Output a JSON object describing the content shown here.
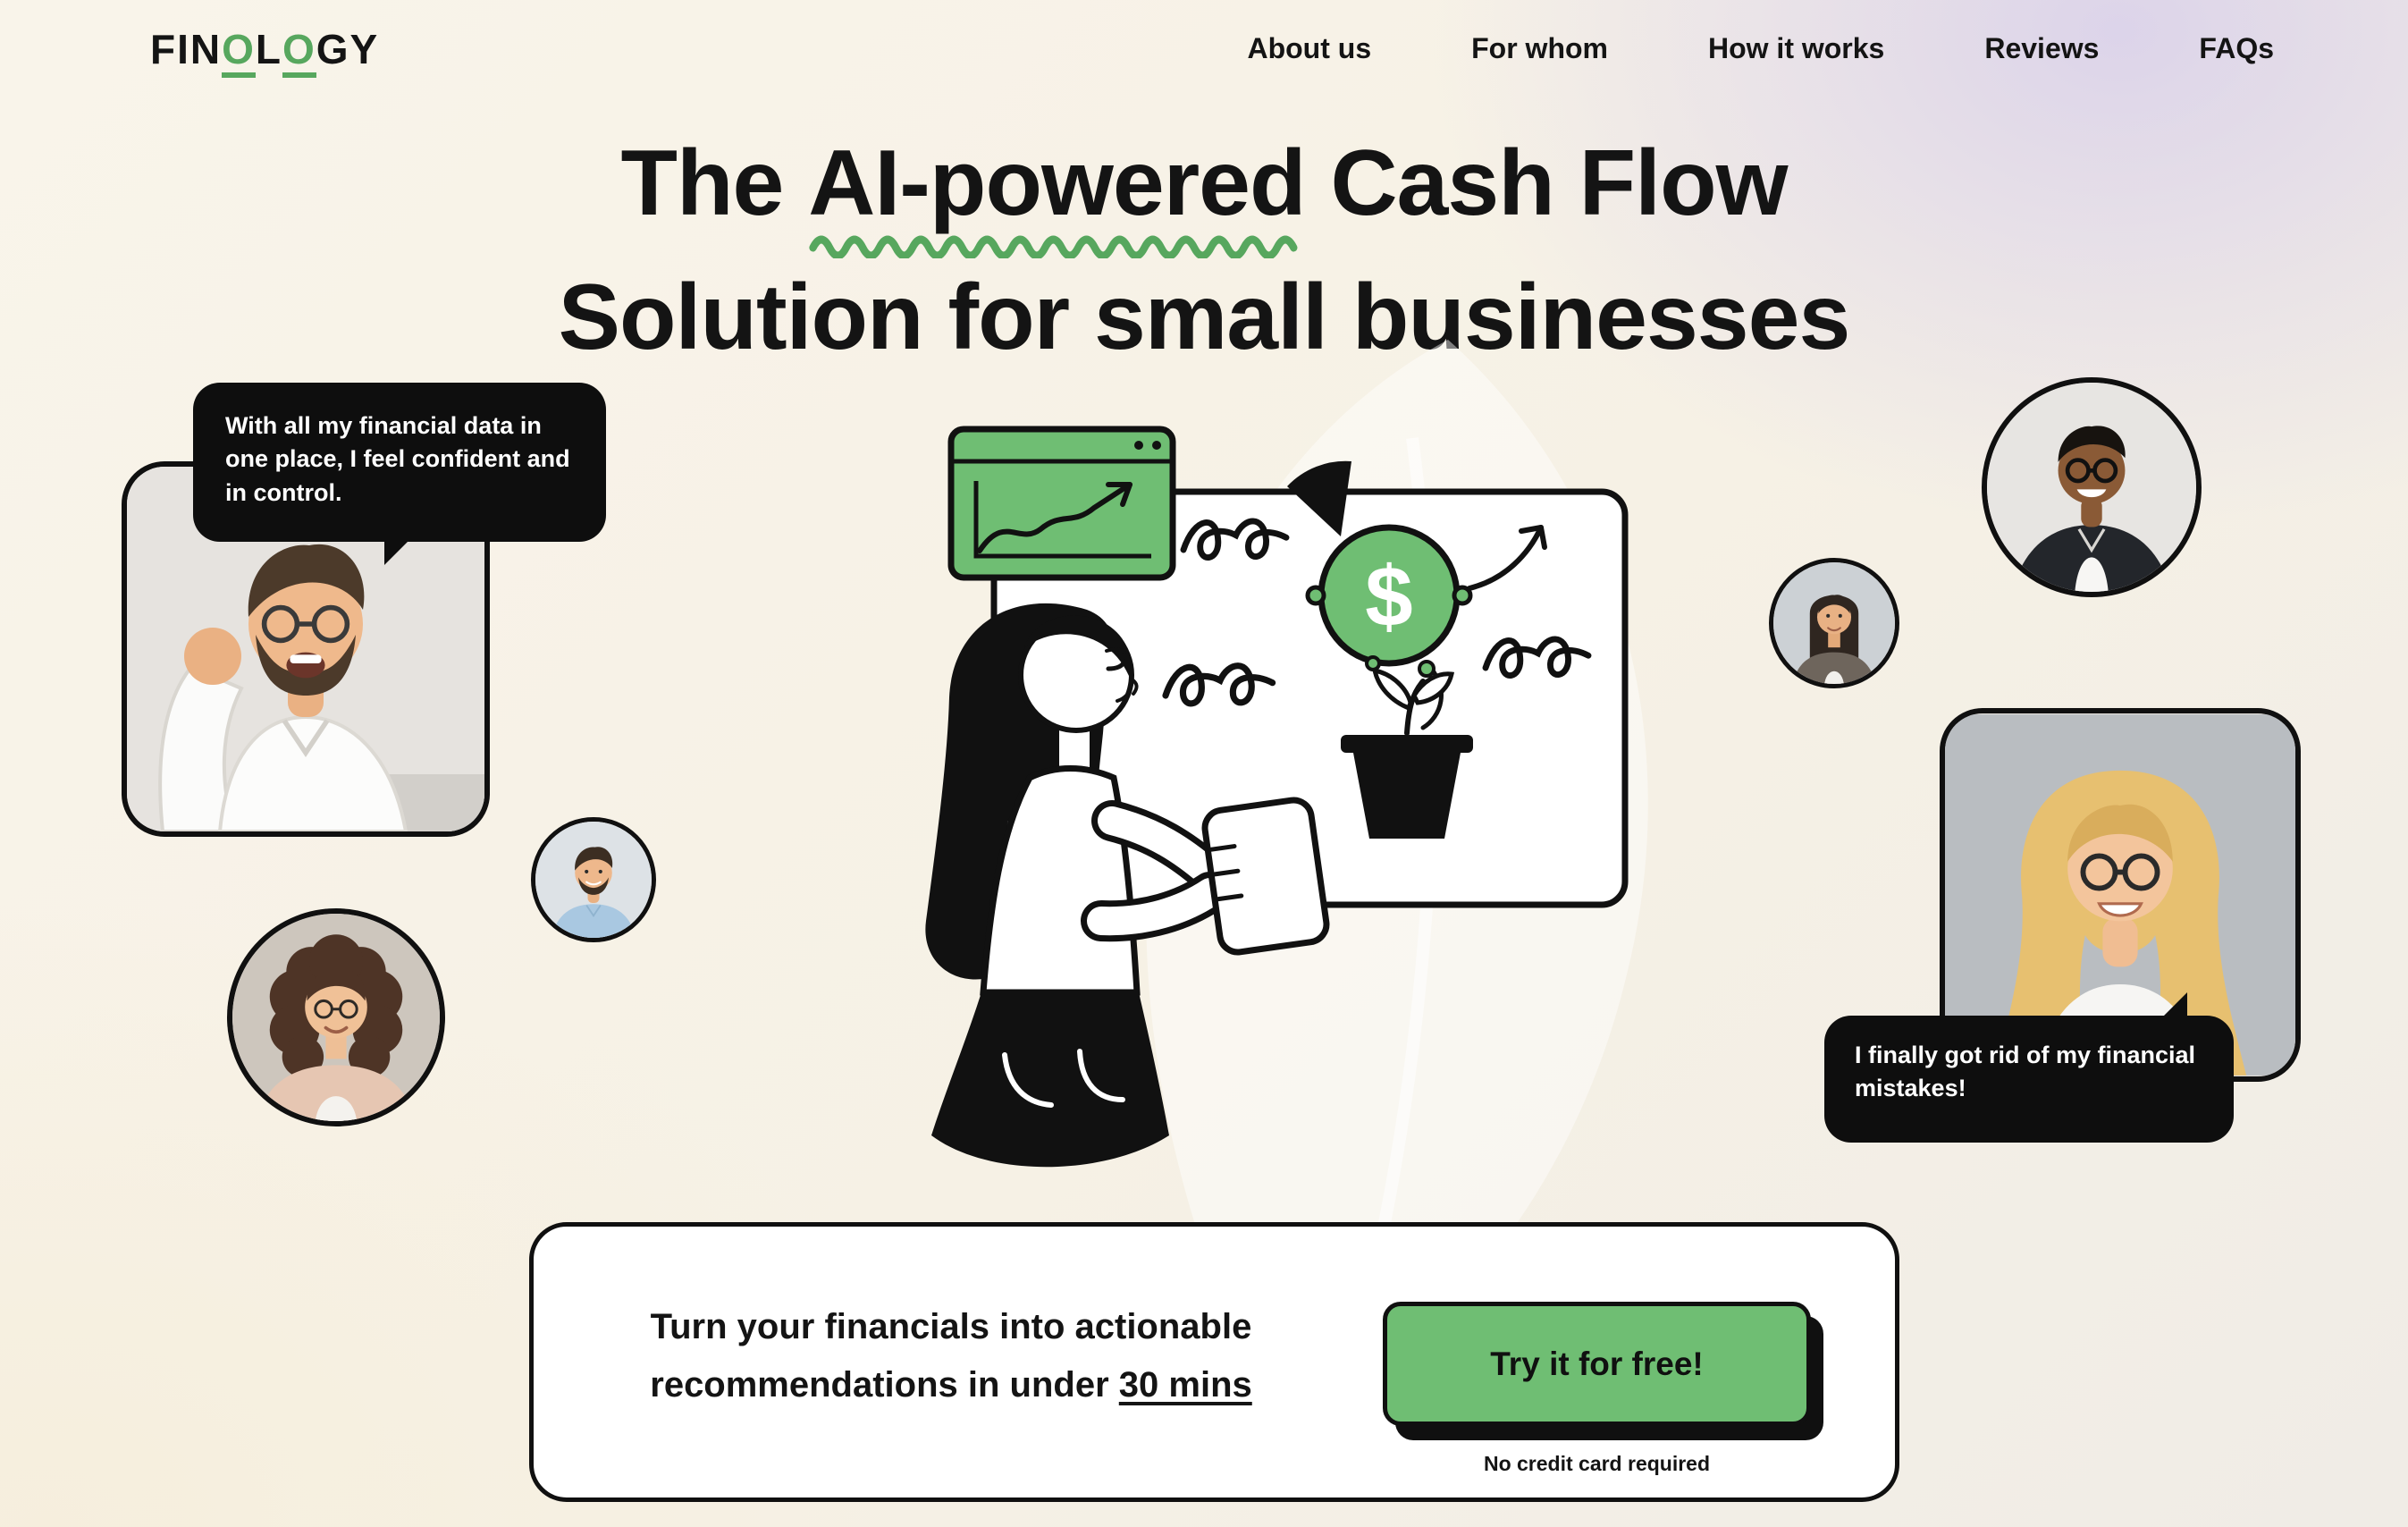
{
  "brand": {
    "logo_pre": "FIN",
    "logo_o1": "O",
    "logo_mid": "L",
    "logo_o2": "O",
    "logo_post": "GY",
    "accent_green": "#6fbe73",
    "squiggle_green": "#57a75e",
    "ink": "#141414"
  },
  "nav": {
    "items": [
      {
        "label": "About us"
      },
      {
        "label": "For whom"
      },
      {
        "label": "How it works"
      },
      {
        "label": "Reviews"
      },
      {
        "label": "FAQs"
      }
    ]
  },
  "hero": {
    "title_pre": "The ",
    "title_highlight": "AI-powered",
    "title_rest_line1": " Cash Flow",
    "title_line2": "Solution for small businesses"
  },
  "testimonials": {
    "left_quote": "With all my financial data in one place, I feel confident and in control.",
    "right_quote": "I finally got rid of my financial mistakes!",
    "avatars": [
      {
        "name": "excited-man-photo",
        "desc": "cheering man in white shirt"
      },
      {
        "name": "curly-woman-avatar",
        "desc": "woman with curly hair in beige blazer"
      },
      {
        "name": "blue-shirt-man-avatar",
        "desc": "man in light blue shirt"
      },
      {
        "name": "small-woman-avatar",
        "desc": "woman with long dark hair"
      },
      {
        "name": "suit-man-avatar",
        "desc": "smiling man in dark suit with glasses"
      },
      {
        "name": "blonde-woman-photo",
        "desc": "smiling blonde woman with glasses"
      }
    ]
  },
  "illustration": {
    "pie_symbol": "$"
  },
  "cta": {
    "line1": "Turn your financials into actionable",
    "line2_pre": "recommendations in under ",
    "line2_highlight": "30 mins",
    "button_label": "Try it for free!",
    "disclaimer": "No credit card required"
  }
}
